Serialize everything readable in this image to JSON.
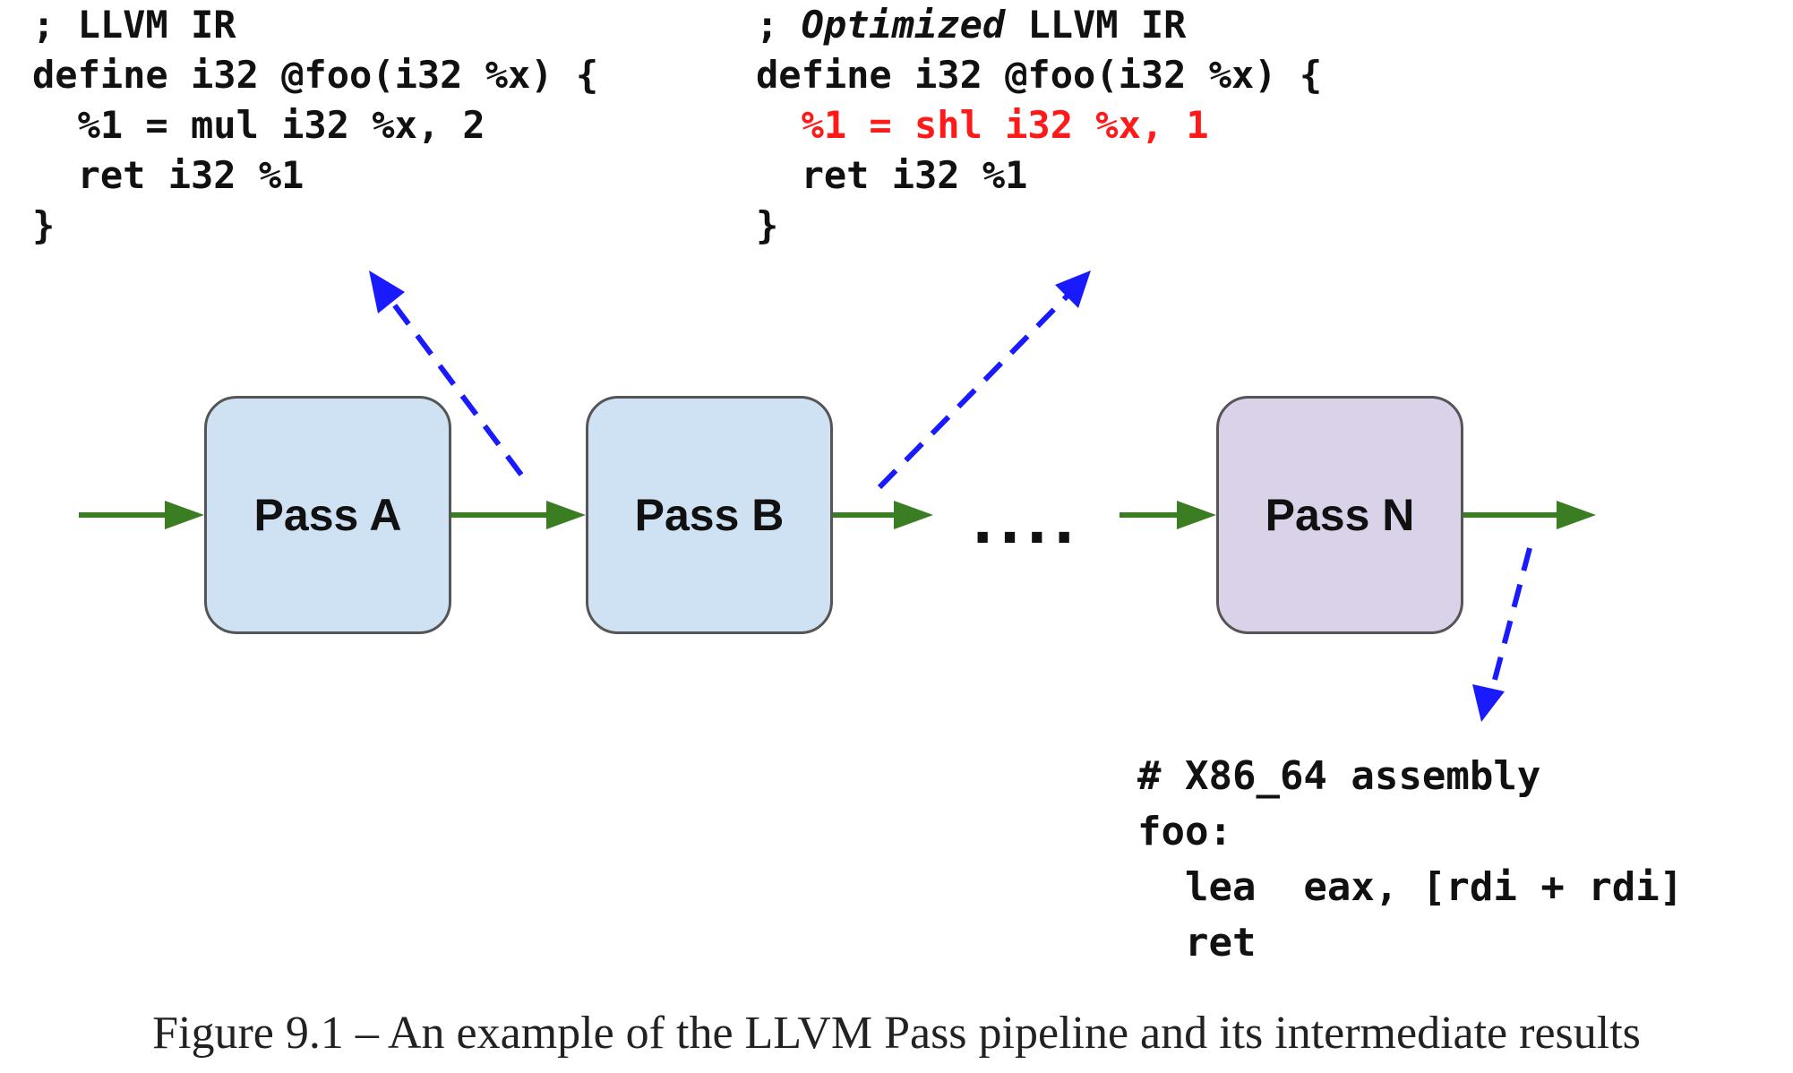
{
  "code_llvm": {
    "comment": "; LLVM IR",
    "line1": "define i32 @foo(i32 %x) {",
    "line2": "  %1 = mul i32 %x, 2",
    "line3": "  ret i32 %1",
    "line4": "}"
  },
  "code_opt": {
    "comment_prefix": "; ",
    "comment_em": "Optimized",
    "comment_suffix": " LLVM IR",
    "line1": "define i32 @foo(i32 %x) {",
    "line2_highlight": "  %1 = shl i32 %x, 1",
    "line3": "  ret i32 %1",
    "line4": "}"
  },
  "code_asm": {
    "comment": "# X86_64 assembly",
    "line1": "foo:",
    "line2": "  lea  eax, [rdi + rdi]",
    "line3": "  ret"
  },
  "passes": {
    "a": "Pass A",
    "b": "Pass B",
    "n": "Pass N"
  },
  "ellipsis": "....",
  "caption": "Figure 9.1 – An example of the LLVM Pass pipeline and its intermediate results",
  "colors": {
    "flow_arrow": "#3a7d22",
    "dashed_arrow": "#1a1aff",
    "highlight_text": "#ff1a1a",
    "pass_blue": "#cfe2f3",
    "pass_purple": "#d9d2e9"
  }
}
